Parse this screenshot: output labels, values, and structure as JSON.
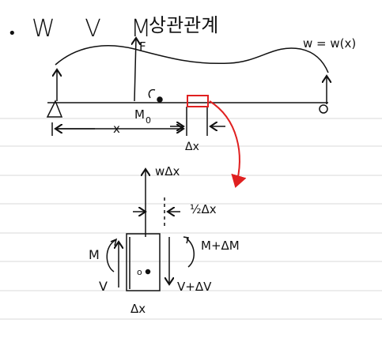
{
  "title": {
    "bullet": "•",
    "symbols": "W V M",
    "korean": "상관관계"
  },
  "beam": {
    "load_function": "w = w(x)",
    "force_label": "F",
    "moment_label": "M",
    "moment_subscript": "0",
    "x_label": "x",
    "dx_label": "Δx"
  },
  "element": {
    "top_load": "wΔx",
    "half_dx": "½Δx",
    "left_moment": "M",
    "right_moment": "M+ΔM",
    "left_shear": "V",
    "right_shear": "V+ΔV",
    "width_label": "Δx",
    "center_mark": "o"
  },
  "colors": {
    "ink": "#111111",
    "highlight": "#e02020",
    "rule_line": "#d9d9d9"
  }
}
